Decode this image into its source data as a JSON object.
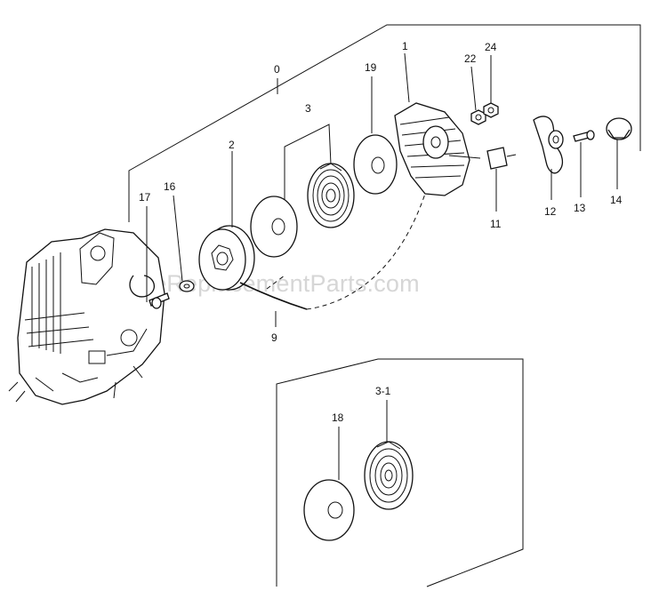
{
  "watermark": "eReplacementParts.com",
  "labels": {
    "l0": "0",
    "l1": "1",
    "l2": "2",
    "l3": "3",
    "l9": "9",
    "l11": "11",
    "l12": "12",
    "l13": "13",
    "l14": "14",
    "l16": "16",
    "l17": "17",
    "l18": "18",
    "l19": "19",
    "l22": "22",
    "l24": "24",
    "l3_1": "3-1"
  }
}
